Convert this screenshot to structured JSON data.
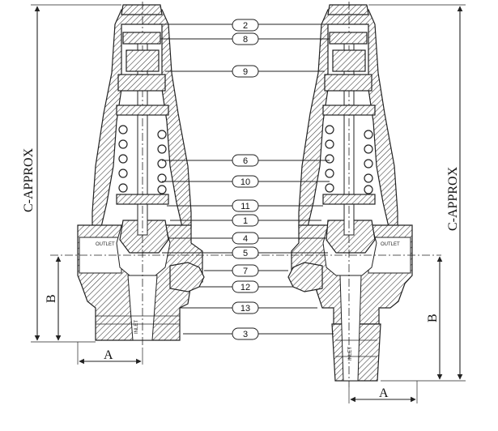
{
  "labels": {
    "c_approx": "C-APPROX",
    "dim_a": "A",
    "dim_b": "B",
    "outlet": "OUTLET",
    "inlet": "INLET"
  },
  "callouts": [
    "2",
    "8",
    "9",
    "6",
    "10",
    "11",
    "1",
    "4",
    "5",
    "7",
    "12",
    "13",
    "3"
  ]
}
